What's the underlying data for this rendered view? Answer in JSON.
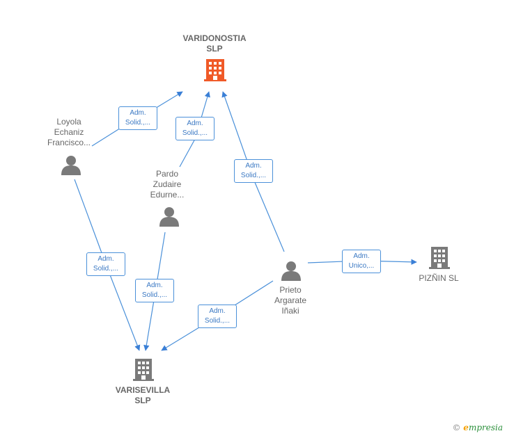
{
  "companies": {
    "varidonostia": {
      "line1": "VARIDONOSTIA",
      "line2": "SLP",
      "color": "#f05a28"
    },
    "varisevilla": {
      "line1": "VARISEVILLA",
      "line2": "SLP",
      "color": "#7a7a7a"
    },
    "piznin": {
      "line1": "PIZÑIN SL",
      "color": "#7a7a7a"
    }
  },
  "persons": {
    "loyola": {
      "line1": "Loyola",
      "line2": "Echaniz",
      "line3": "Francisco..."
    },
    "pardo": {
      "line1": "Pardo",
      "line2": "Zudaire",
      "line3": "Edurne..."
    },
    "prieto": {
      "line1": "Prieto",
      "line2": "Argarate",
      "line3": "Iñaki"
    }
  },
  "edges": {
    "loyola_varidonostia": {
      "line1": "Adm.",
      "line2": "Solid.,..."
    },
    "pardo_varidonostia": {
      "line1": "Adm.",
      "line2": "Solid.,..."
    },
    "prieto_varidonostia": {
      "line1": "Adm.",
      "line2": "Solid.,..."
    },
    "loyola_varisevilla": {
      "line1": "Adm.",
      "line2": "Solid.,..."
    },
    "pardo_varisevilla": {
      "line1": "Adm.",
      "line2": "Solid.,..."
    },
    "prieto_varisevilla": {
      "line1": "Adm.",
      "line2": "Solid.,..."
    },
    "prieto_piznin": {
      "line1": "Adm.",
      "line2": "Unico,..."
    }
  },
  "footer": {
    "copyright": "©",
    "brand_e": "e",
    "brand_rest": "mpresia"
  },
  "colors": {
    "edge": "#4a90d9",
    "person": "#7a7a7a"
  }
}
